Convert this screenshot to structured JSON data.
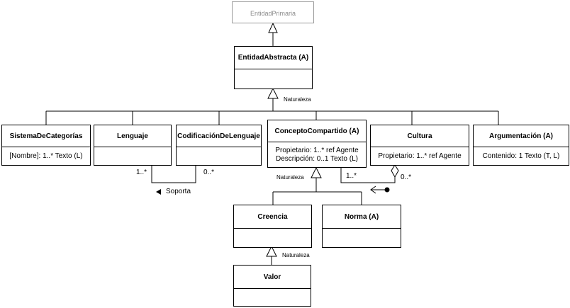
{
  "classes": {
    "entidad_primaria": {
      "name": "EntidadPrimaria"
    },
    "entidad_abstracta": {
      "name": "EntidadAbstracta (A)"
    },
    "sistema_categorias": {
      "name": "SistemaDeCategorías",
      "attrs": [
        "[Nombre]: 1..* Texto (L)"
      ]
    },
    "lenguaje": {
      "name": "Lenguaje"
    },
    "codificacion": {
      "name": "CodificaciónDeLenguaje"
    },
    "concepto_compartido": {
      "name": "ConceptoCompartido (A)",
      "attrs": [
        "Propietario: 1..* ref Agente",
        "Descripción: 0..1 Texto (L)"
      ]
    },
    "cultura": {
      "name": "Cultura",
      "attrs": [
        "Propietario: 1..* ref Agente"
      ]
    },
    "argumentacion": {
      "name": "Argumentación (A)",
      "attrs": [
        "Contenido: 1 Texto (T, L)"
      ]
    },
    "creencia": {
      "name": "Creencia"
    },
    "norma": {
      "name": "Norma (A)"
    },
    "valor": {
      "name": "Valor"
    }
  },
  "labels": {
    "naturaleza_top": "Naturaleza",
    "naturaleza_mid": "Naturaleza",
    "naturaleza_bottom": "Naturaleza",
    "mult_lenguaje": "1..*",
    "mult_codificacion": "0..*",
    "association_name": "Soporta",
    "mult_concepto": "1..*",
    "mult_cultura": "0..*"
  }
}
